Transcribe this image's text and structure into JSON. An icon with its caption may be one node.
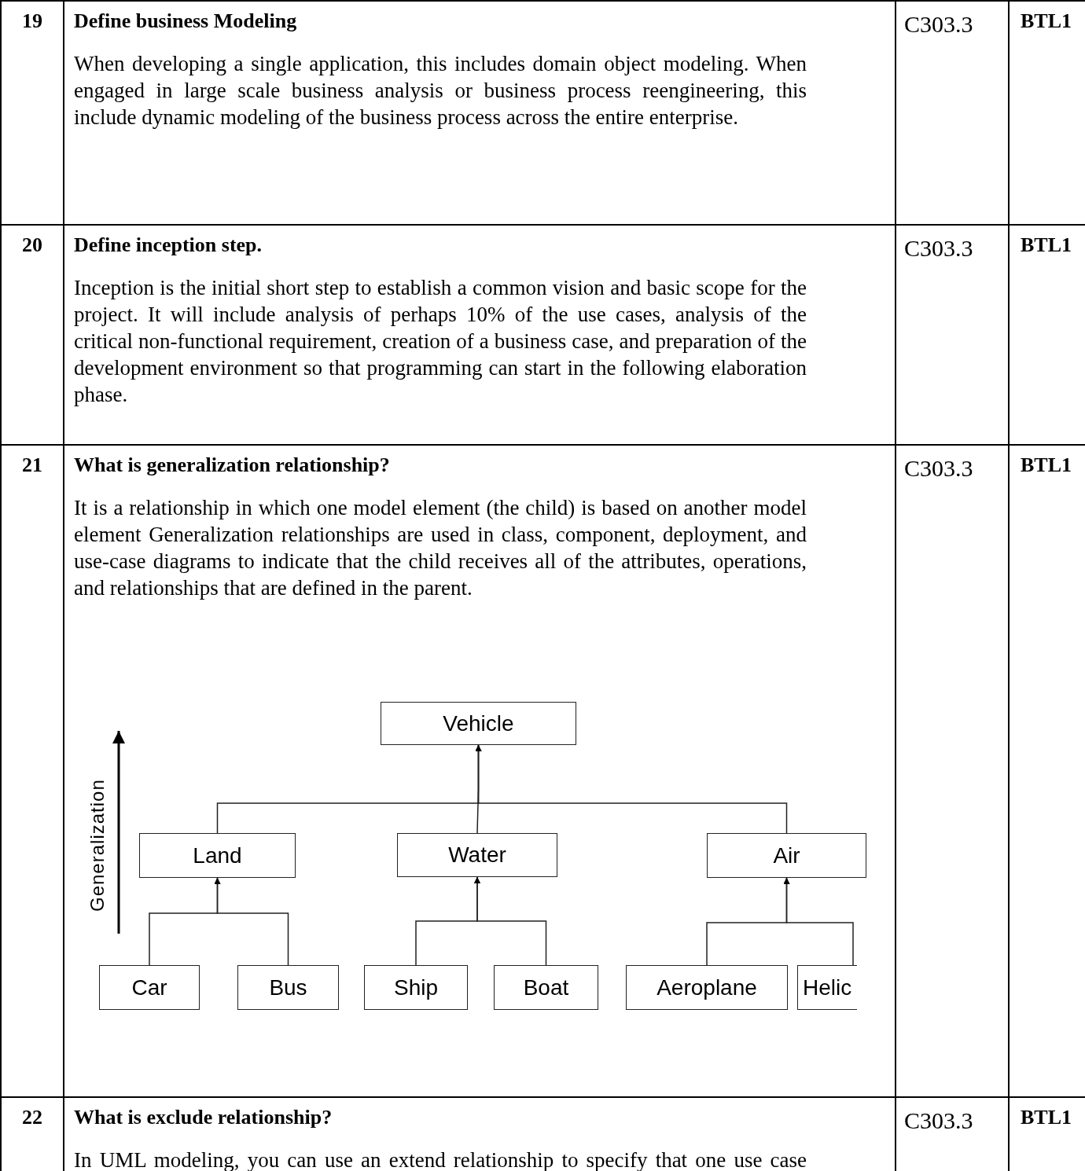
{
  "diagram": {
    "nodes": [
      {
        "text": [
          "Vehicle"
        ]
      },
      {
        "text": [
          "Land"
        ]
      },
      {
        "text": [
          "Water"
        ]
      },
      {
        "text": [
          "Air"
        ]
      },
      {
        "text": [
          "Car"
        ]
      },
      {
        "text": [
          "Bus"
        ]
      },
      {
        "text": [
          "Ship"
        ]
      },
      {
        "text": [
          "Boat"
        ]
      },
      {
        "text": [
          "Aeroplane"
        ]
      },
      {
        "text": [
          "Helic"
        ]
      }
    ],
    "edges": [
      {
        "from": 1,
        "to": 0,
        "arrow": "to"
      },
      {
        "from": 2,
        "to": 0,
        "arrow": "to"
      },
      {
        "from": 3,
        "to": 0,
        "arrow": "to"
      },
      {
        "from": 4,
        "to": 1,
        "arrow": "to"
      },
      {
        "from": 5,
        "to": 1,
        "arrow": "to"
      },
      {
        "from": 6,
        "to": 2,
        "arrow": "to"
      },
      {
        "from": 7,
        "to": 2,
        "arrow": "to"
      },
      {
        "from": 8,
        "to": 3,
        "arrow": "to"
      },
      {
        "from": 9,
        "to": 3,
        "arrow": "to"
      }
    ],
    "labels": [
      "19",
      "Define business Modeling",
      "When developing a single application, this includes domain object modeling. When engaged in large scale business analysis or business process reengineering, this include dynamic modeling of the business process across the entire enterprise.",
      "C303.3",
      "BTL1",
      "20",
      "Define inception step.",
      "Inception is the initial short step to establish a common vision and basic scope for the project. It will include analysis of perhaps 10% of the use cases, analysis of the critical non-functional requirement, creation of a business case, and preparation of the development environment so that programming can start in the following elaboration phase.",
      "C303.3",
      "BTL1",
      "21",
      "What is generalization relationship?",
      "It is a relationship in which one model element (the child) is based on another model element Generalization relationships are used in class, component, deployment, and use-case diagrams to indicate that the child receives all of the attributes, operations, and relationships that are defined in the parent.",
      "Generalization",
      "C303.3",
      "BTL1",
      "22",
      "What is exclude relationship?",
      "In UML modeling, you can use an extend relationship to specify that one use case (extension) extends the behavior of another use case (base).",
      "C303.3",
      "BTL1"
    ]
  }
}
